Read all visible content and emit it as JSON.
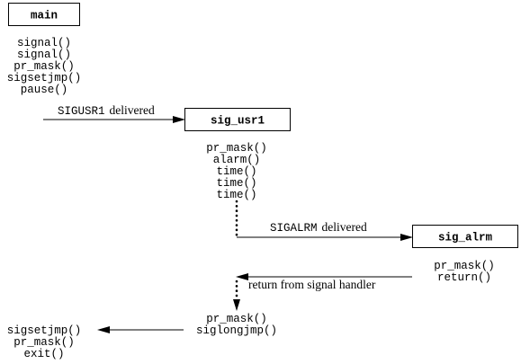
{
  "boxes": {
    "main": "main",
    "sig_usr1": "sig_usr1",
    "sig_alrm": "sig_alrm"
  },
  "main_calls": [
    "signal()",
    "signal()",
    "pr_mask()",
    "sigsetjmp()",
    "pause()"
  ],
  "sig_usr1_calls": [
    "pr_mask()",
    "alarm()",
    "time()",
    "time()",
    "time()"
  ],
  "sig_alrm_calls": [
    "pr_mask()",
    "return()"
  ],
  "return_calls": [
    "pr_mask()",
    "siglongjmp()"
  ],
  "final_calls": [
    "sigsetjmp()",
    "pr_mask()",
    "exit()"
  ],
  "events": {
    "sigusr1_signal": "SIGUSR1",
    "sigusr1_word": "delivered",
    "sigalrm_signal": "SIGALRM",
    "sigalrm_word": "delivered",
    "return_label": "return from signal handler"
  }
}
